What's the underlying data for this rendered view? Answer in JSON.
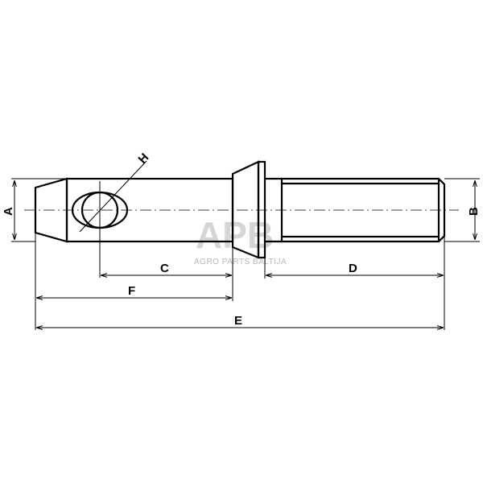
{
  "drawing": {
    "dimension_labels": {
      "A": "A",
      "B": "B",
      "C": "C",
      "D": "D",
      "E": "E",
      "F": "F",
      "H": "H"
    },
    "watermark": {
      "logo": "APB",
      "subtitle": "AGRO PARTS BALTIJA"
    }
  }
}
